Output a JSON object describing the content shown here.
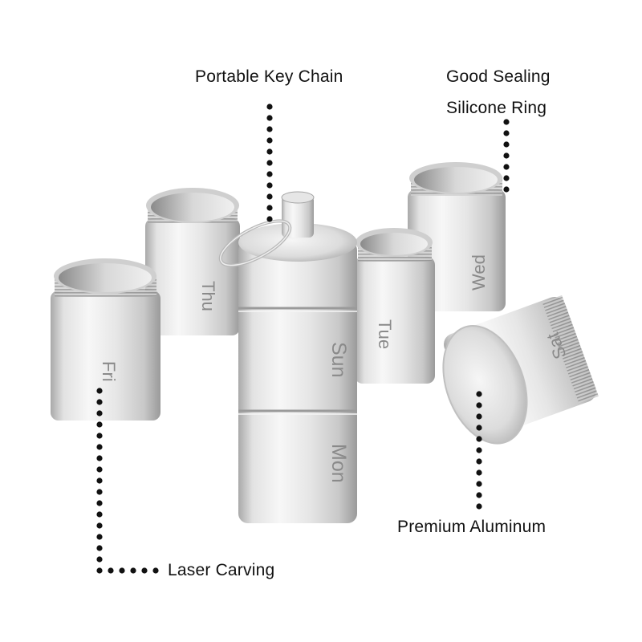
{
  "callouts": {
    "key_chain": "Portable Key Chain",
    "sealing_line1": "Good Sealing",
    "sealing_line2": "Silicone Ring",
    "aluminum": "Premium Aluminum",
    "laser": "Laser Carving"
  },
  "day_labels": {
    "thu": "Thu",
    "fri": "Fri",
    "sun": "Sun",
    "mon": "Mon",
    "tue": "Tue",
    "wed": "Wed",
    "sat": "Sat"
  },
  "colors": {
    "background": "#ffffff",
    "aluminum_light": "#f4f4f4",
    "aluminum_mid": "#d6d6d6",
    "aluminum_dark": "#9c9c9c",
    "engraving": "#8a8a8a",
    "dots": "#111111"
  }
}
